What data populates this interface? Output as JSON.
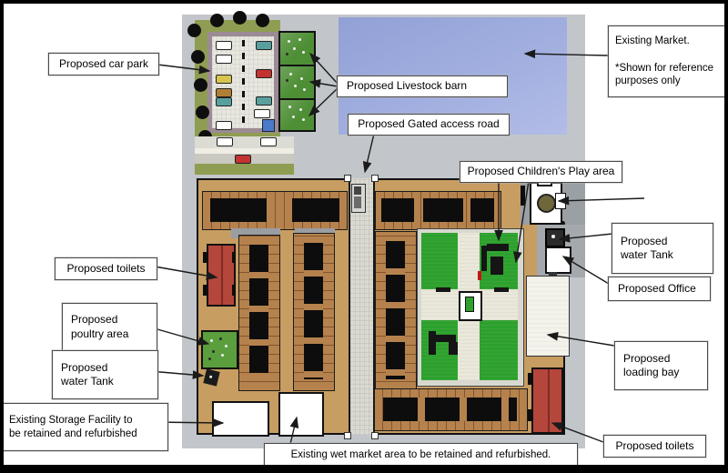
{
  "diagram": {
    "type": "site-plan",
    "description": "Annotated site plan of a proposed market redevelopment",
    "annotations": {
      "car_park": "Proposed car park",
      "livestock_barn": "Proposed Livestock barn",
      "gated_access_road": "Proposed Gated access road",
      "existing_market": "Existing Market.\n\n*Shown for reference\npurposes only",
      "childrens_play_area": "Proposed Children's Play area",
      "water_tank_right": "Proposed\nwater Tank",
      "office": "Proposed Office",
      "toilets_left": "Proposed toilets",
      "poultry_area": "Proposed\npoultry area",
      "water_tank_left": "Proposed\nwater Tank",
      "storage_facility": "Existing Storage Facility to\nbe retained and refurbished",
      "loading_bay": "Proposed\nloading bay",
      "toilets_right": "Proposed toilets",
      "wet_market": "Existing wet market area to be retained and refurbished."
    },
    "colors": {
      "backdrop_gray": "#c2c6ca",
      "existing_market_blue": "#9dabdf",
      "market_ground_tan": "#c79d62",
      "stall_brown": "#b5824d",
      "stall_roof_black": "#0d0d0d",
      "play_green": "#2da02d",
      "path_cream": "#eae8da",
      "toilets_red": "#b5463c",
      "pen_green": "#4e8f36",
      "landscape_olive": "#8f9d52",
      "road_gray": "#d9d9d1",
      "wall_mauve": "#9c8b95",
      "handicap_blue": "#4a7ac8",
      "label_background": "#ffffff",
      "label_border": "#4a4a4a"
    }
  }
}
